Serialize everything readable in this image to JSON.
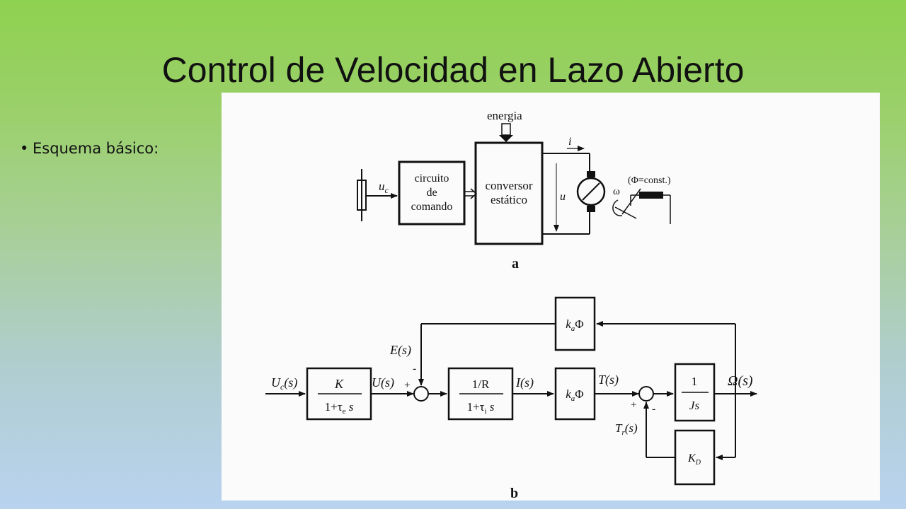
{
  "slide": {
    "title": "Control de Velocidad en Lazo Abierto",
    "bullet": "Esquema básico:"
  },
  "diagram_a": {
    "energy_label": "energia",
    "control_block": [
      "circuito",
      "de",
      "comando"
    ],
    "converter_block": [
      "conversor",
      "estático"
    ],
    "signal_uc": "u",
    "signal_uc_sub": "c",
    "current_label": "i",
    "voltage_label": "u",
    "speed_label": "ω",
    "flux_label": "(Φ=const.)",
    "caption": "a"
  },
  "diagram_b": {
    "input": "U",
    "input_sub": "c",
    "input_tail": "(s)",
    "block_k_num": "K",
    "block_k_den": "1+τ",
    "block_k_den_sub": "e",
    "block_k_den_tail": " s",
    "u_label": "U(s)",
    "plus1": "+",
    "minus1": "-",
    "e_label": "E(s)",
    "block_r_num": "1/R",
    "block_r_den": "1+τ",
    "block_r_den_sub": "i",
    "block_r_den_tail": " s",
    "i_label": "I(s)",
    "ka_phi_k": "k",
    "ka_phi_sub": "a",
    "ka_phi_phi": "Φ",
    "t_label": "T(s)",
    "plus2": "+",
    "minus2": "-",
    "tr_label": "T",
    "tr_sub": "r",
    "tr_tail": "(s)",
    "block_j_num": "1",
    "block_j_den": "Js",
    "output_label": "Ω(s)",
    "kd_k": "K",
    "kd_sub": "D",
    "caption": "b"
  },
  "colors": {
    "text": "#111111",
    "scan_background": "#fbfbfb",
    "line": "#111111"
  }
}
